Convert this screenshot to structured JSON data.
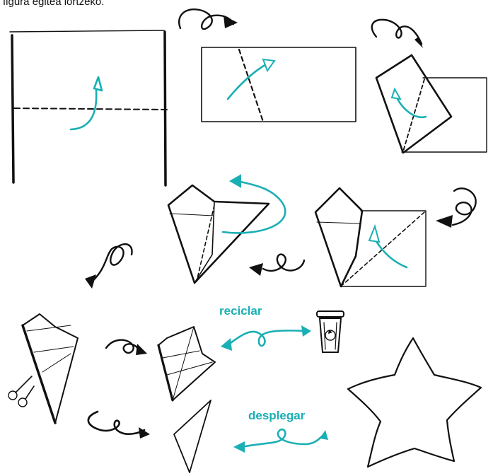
{
  "caption": "figura egitea lortzeko.",
  "labels": {
    "recycle": "reciclar",
    "unfold": "desplegar"
  },
  "colors": {
    "accent": "#1aafb4",
    "ink": "#111111"
  },
  "icons": {
    "recycle_bin": "recycle-bin-icon",
    "scissors": "scissors-icon"
  }
}
